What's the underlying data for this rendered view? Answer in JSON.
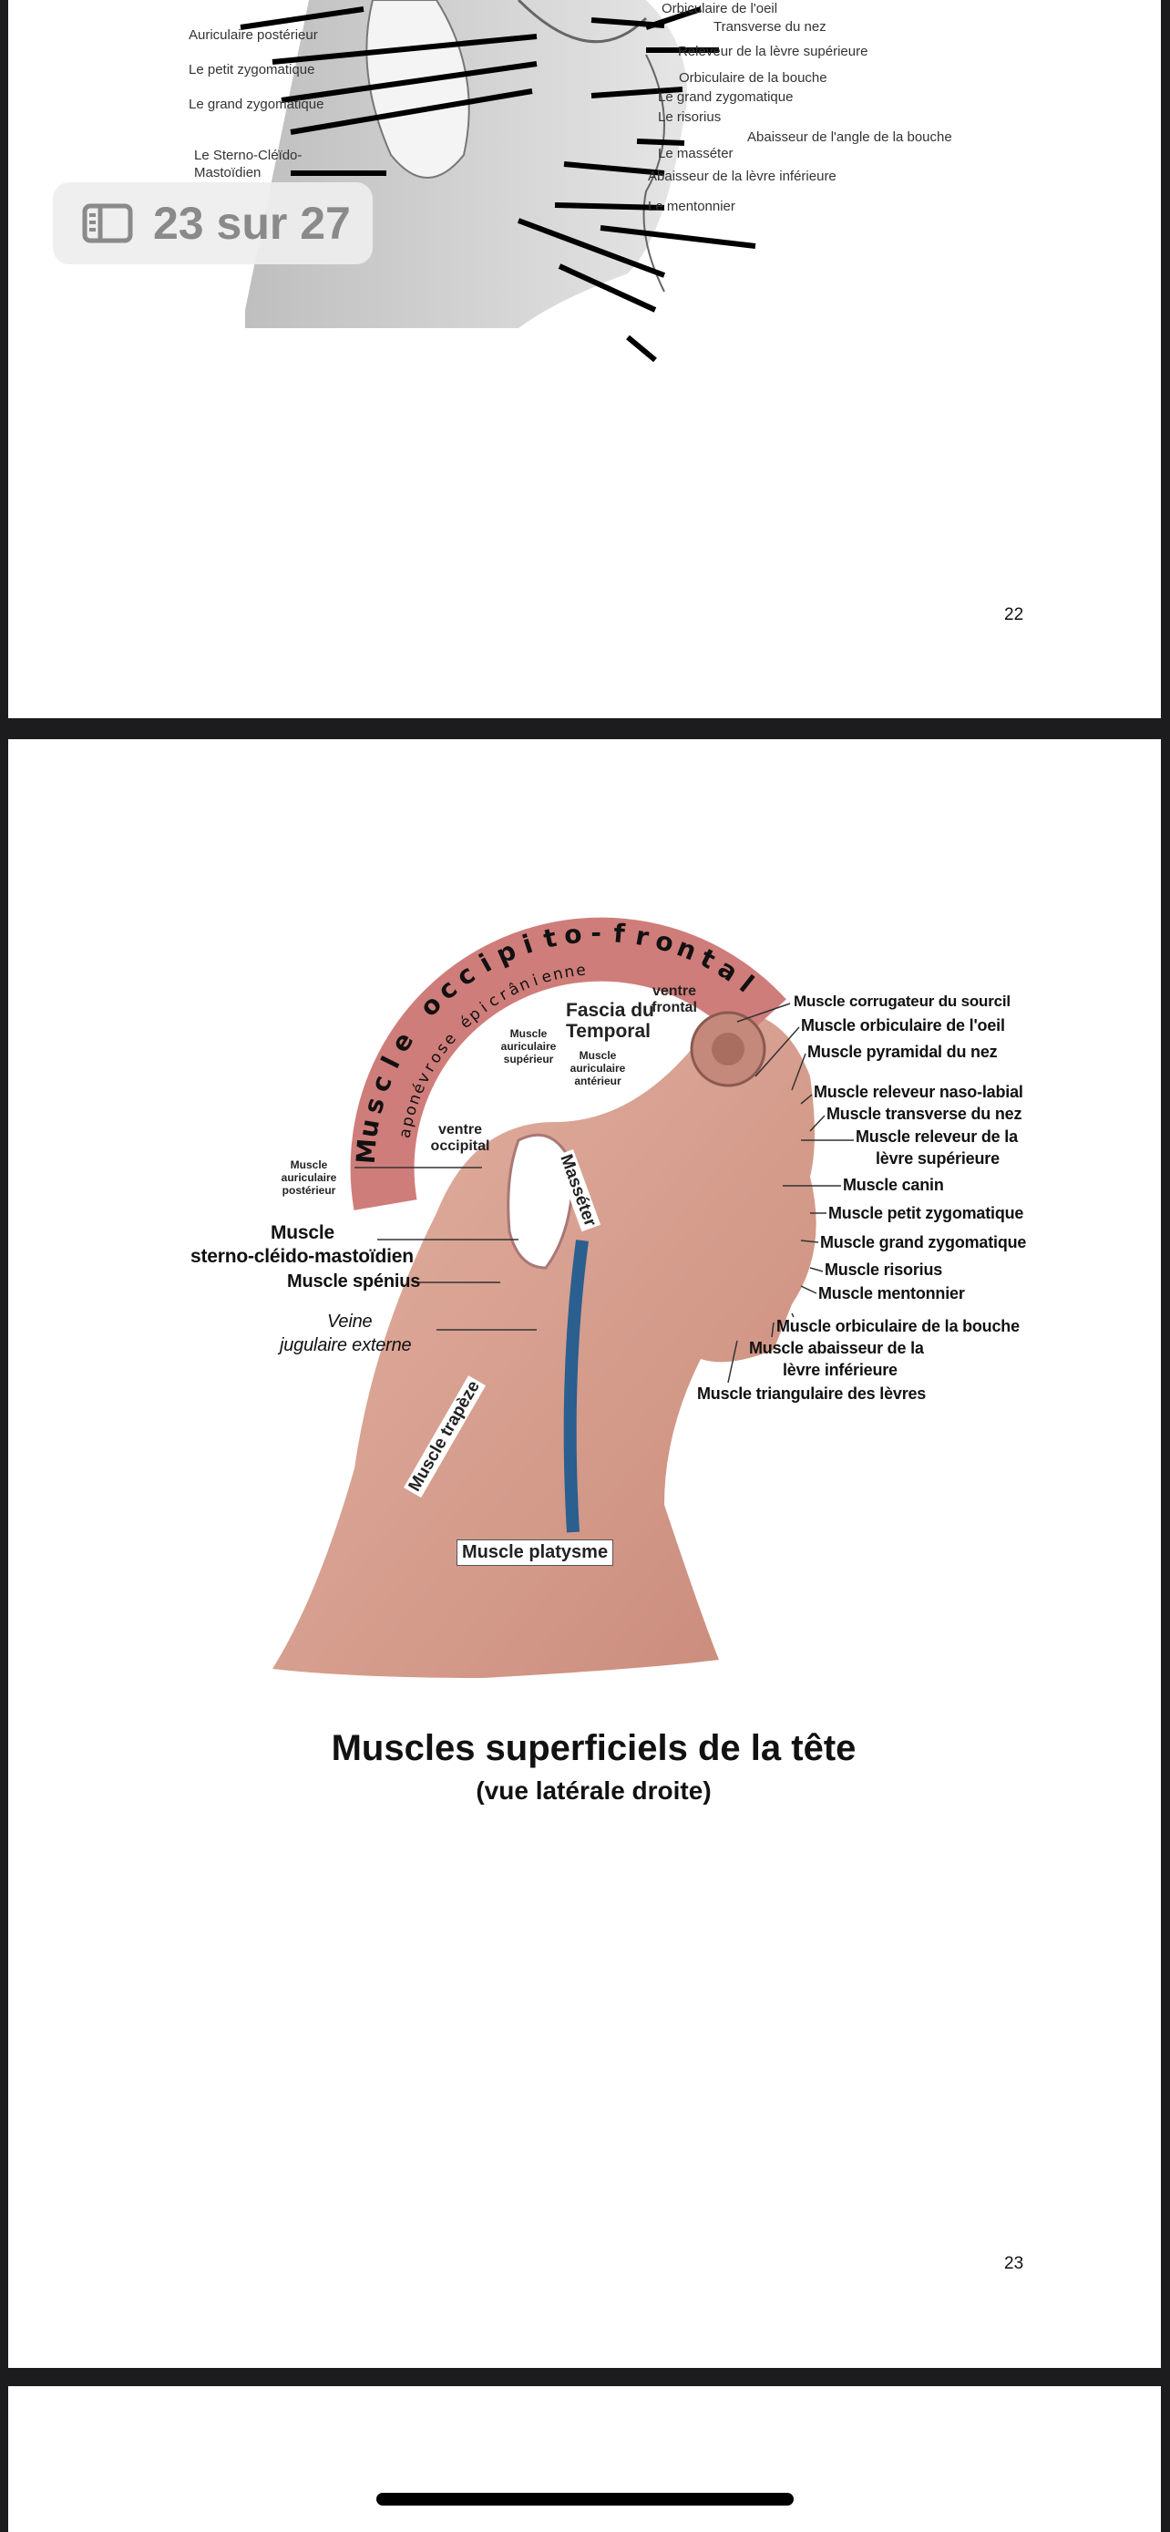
{
  "viewer": {
    "page_indicator": "23 sur 27",
    "sidebar_icon": "sidebar-icon"
  },
  "page22": {
    "page_number": "22",
    "labels_left": [
      "Auriculaire postérieur",
      "Le petit zygomatique",
      "Le grand zygomatique",
      "Le Sterno-Cléïdo-",
      "Mastoïdien"
    ],
    "labels_right": [
      "Orbiculaire de l'oeil",
      "Transverse du nez",
      "Releveur de la lèvre supérieure",
      "Orbiculaire de la bouche",
      "Le grand zygomatique",
      "Le risorius",
      "Abaisseur de l'angle de la bouche",
      "Le masséter",
      "Abaisseur de la lèvre inférieure",
      "Le mentonnier"
    ]
  },
  "page23": {
    "page_number": "23",
    "title": "Muscles superficiels de la tête",
    "subtitle": "(vue latérale droite)",
    "arc_labels": {
      "occipito_frontal": "Muscle occipito-frontal",
      "aponevrose": "aponévrose épicrânienne"
    },
    "inner_labels": {
      "ventre_frontal": "ventre frontal",
      "ventre_occipital": "ventre occipital",
      "fascia": "Fascia du Temporal",
      "auriculaire_superieur": "Muscle auriculaire supérieur",
      "auriculaire_anterieur": "Muscle auriculaire antérieur",
      "masseter": "Masséter",
      "trapeze": "Muscle trapèze",
      "platysme": "Muscle platysme"
    },
    "labels_right": [
      "Muscle corrugateur du sourcil",
      "Muscle orbiculaire de l'oeil",
      "Muscle pyramidal du nez",
      "Muscle releveur naso-labial",
      "Muscle transverse du nez",
      "Muscle releveur de la",
      "lèvre supérieure",
      "Muscle canin",
      "Muscle petit zygomatique",
      "Muscle grand zygomatique",
      "Muscle risorius",
      "Muscle mentonnier",
      "Muscle orbiculaire de la bouche",
      "Muscle abaisseur de la",
      "lèvre inférieure",
      "Muscle triangulaire des lèvres"
    ],
    "labels_left": [
      "Muscle auriculaire postérieur",
      "Muscle",
      "sterno-cléido-mastoïdien",
      "Muscle spénius",
      "Veine",
      "jugulaire externe"
    ]
  },
  "colors": {
    "page_gap": "#1c1c1e",
    "muscle_red": "#c9605e",
    "muscle_skin": "#d9a08f",
    "vein": "#2a5f8f"
  }
}
